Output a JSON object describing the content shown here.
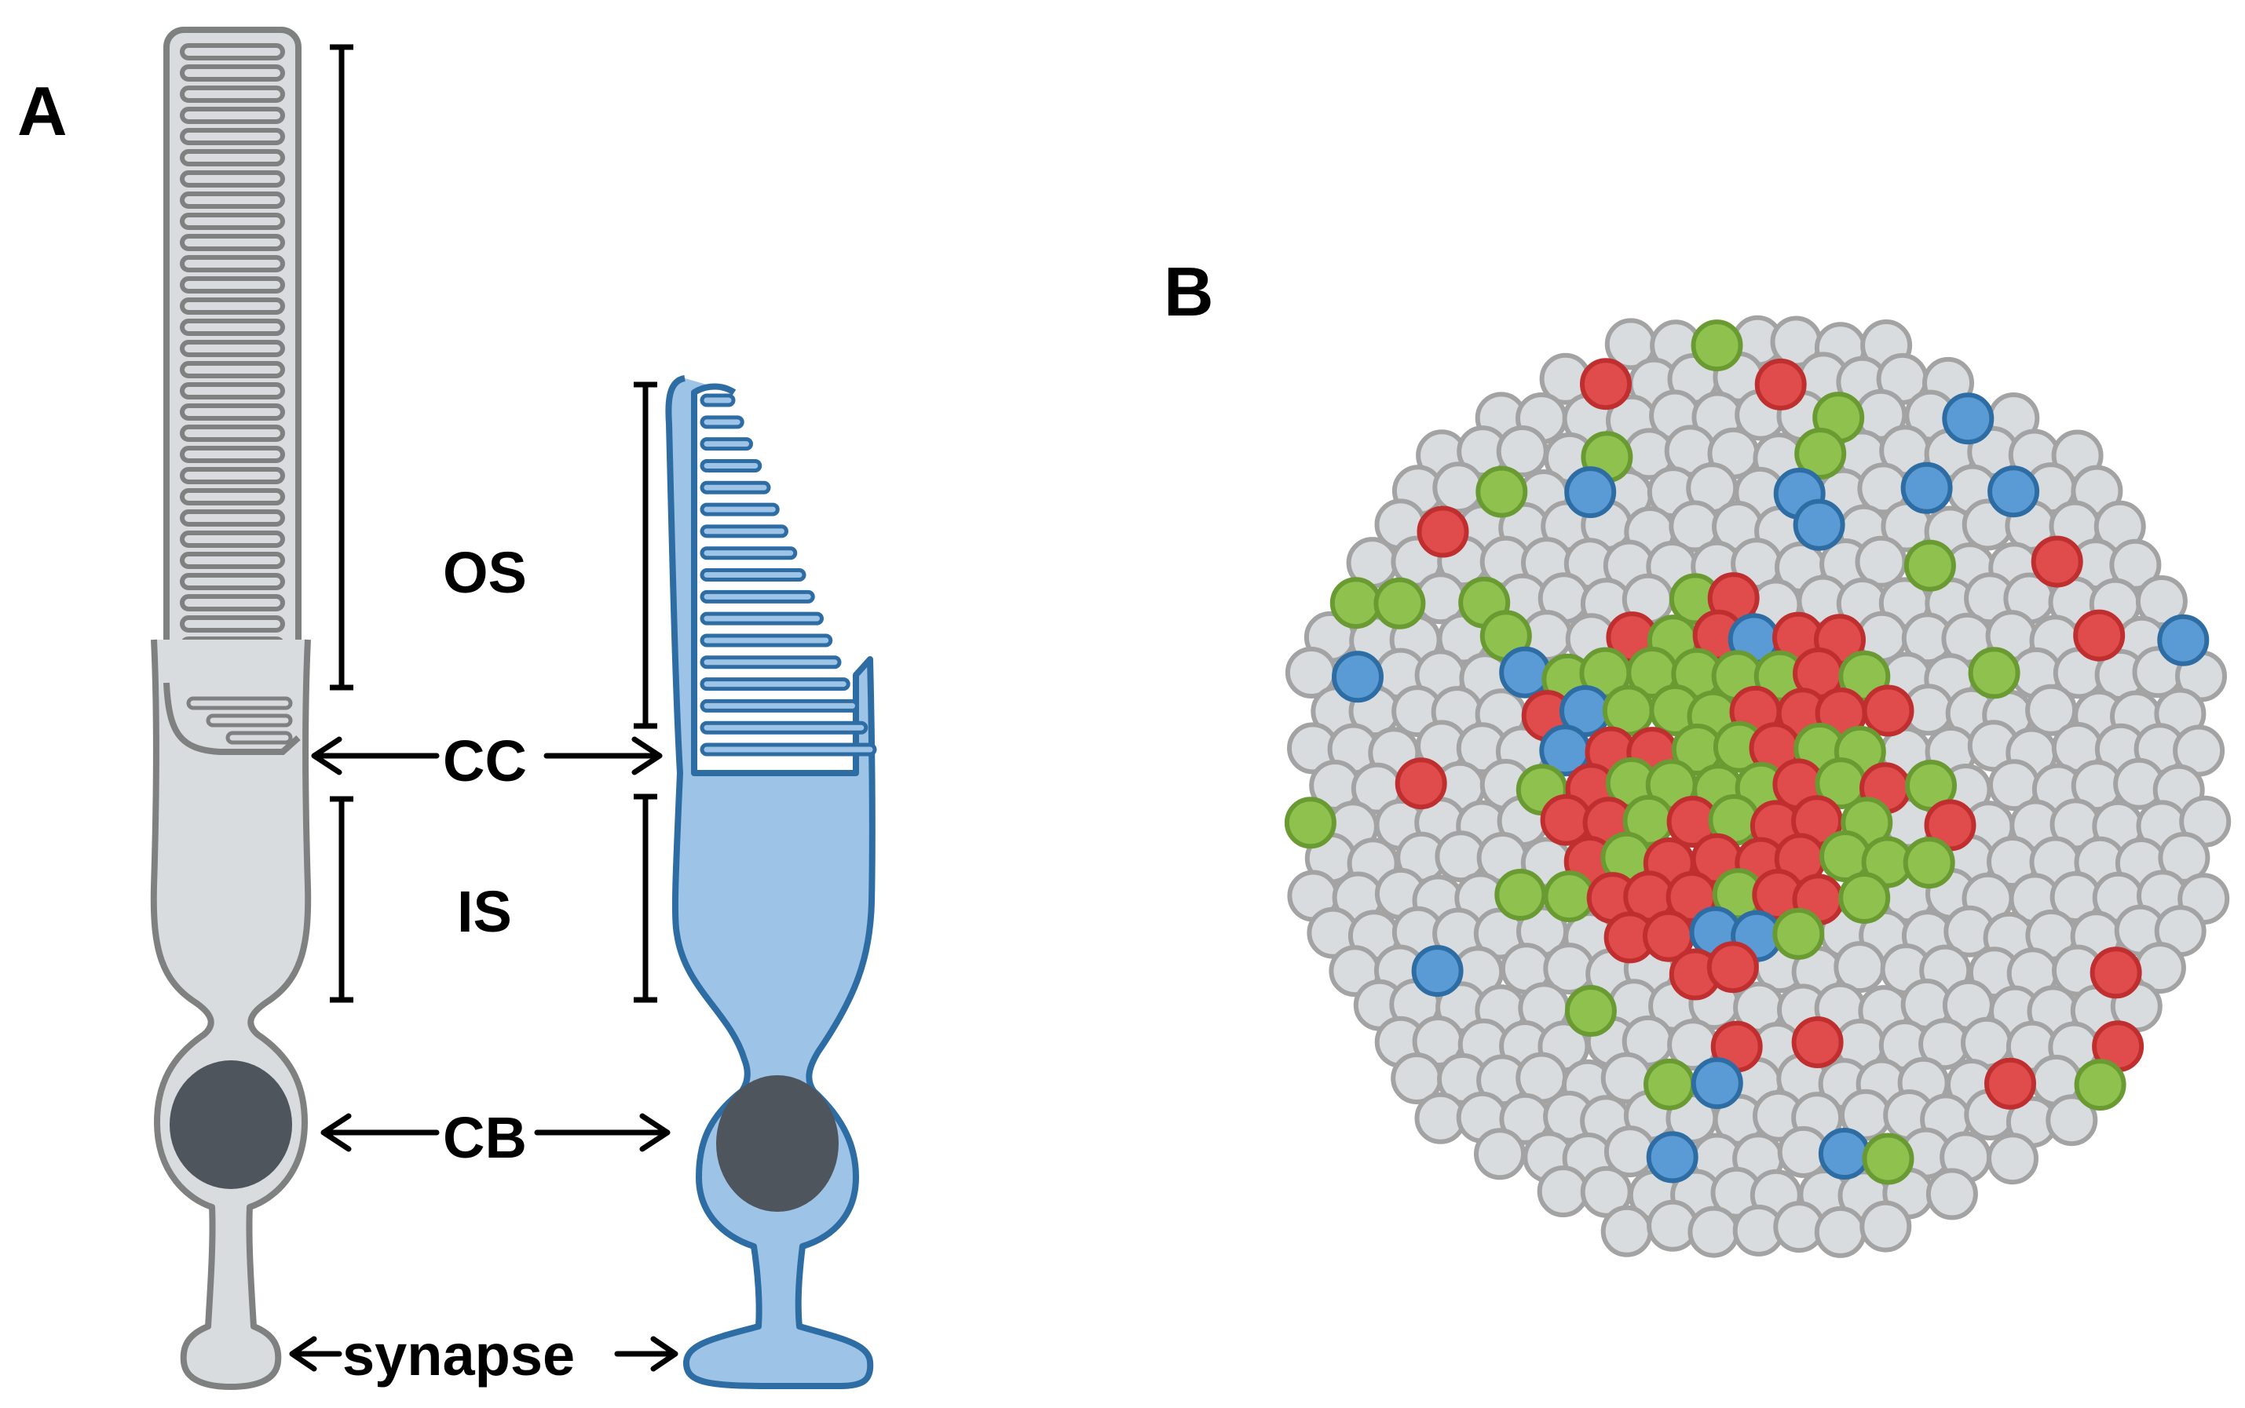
{
  "panels": {
    "a_label": "A",
    "b_label": "B"
  },
  "labels": {
    "os": "OS",
    "cc": "CC",
    "is": "IS",
    "cb": "CB",
    "synapse": "synapse"
  },
  "colors": {
    "rod_fill": "#d9dcdf",
    "rod_stroke": "#7f8080",
    "cone_fill": "#9dc3e6",
    "cone_stroke": "#2e6da4",
    "nucleus": "#4f555c",
    "mosaic_rod": "#d9dcdf",
    "mosaic_rod_stroke": "#a3a3a3",
    "red_cone": "#e04b4b",
    "red_cone_stroke": "#c02f2f",
    "green_cone": "#8fc14e",
    "green_cone_stroke": "#6a9b33",
    "blue_cone": "#5b9bd5",
    "blue_cone_stroke": "#2e6da4"
  },
  "mosaic": {
    "cone_types": [
      "red",
      "green",
      "blue"
    ]
  }
}
